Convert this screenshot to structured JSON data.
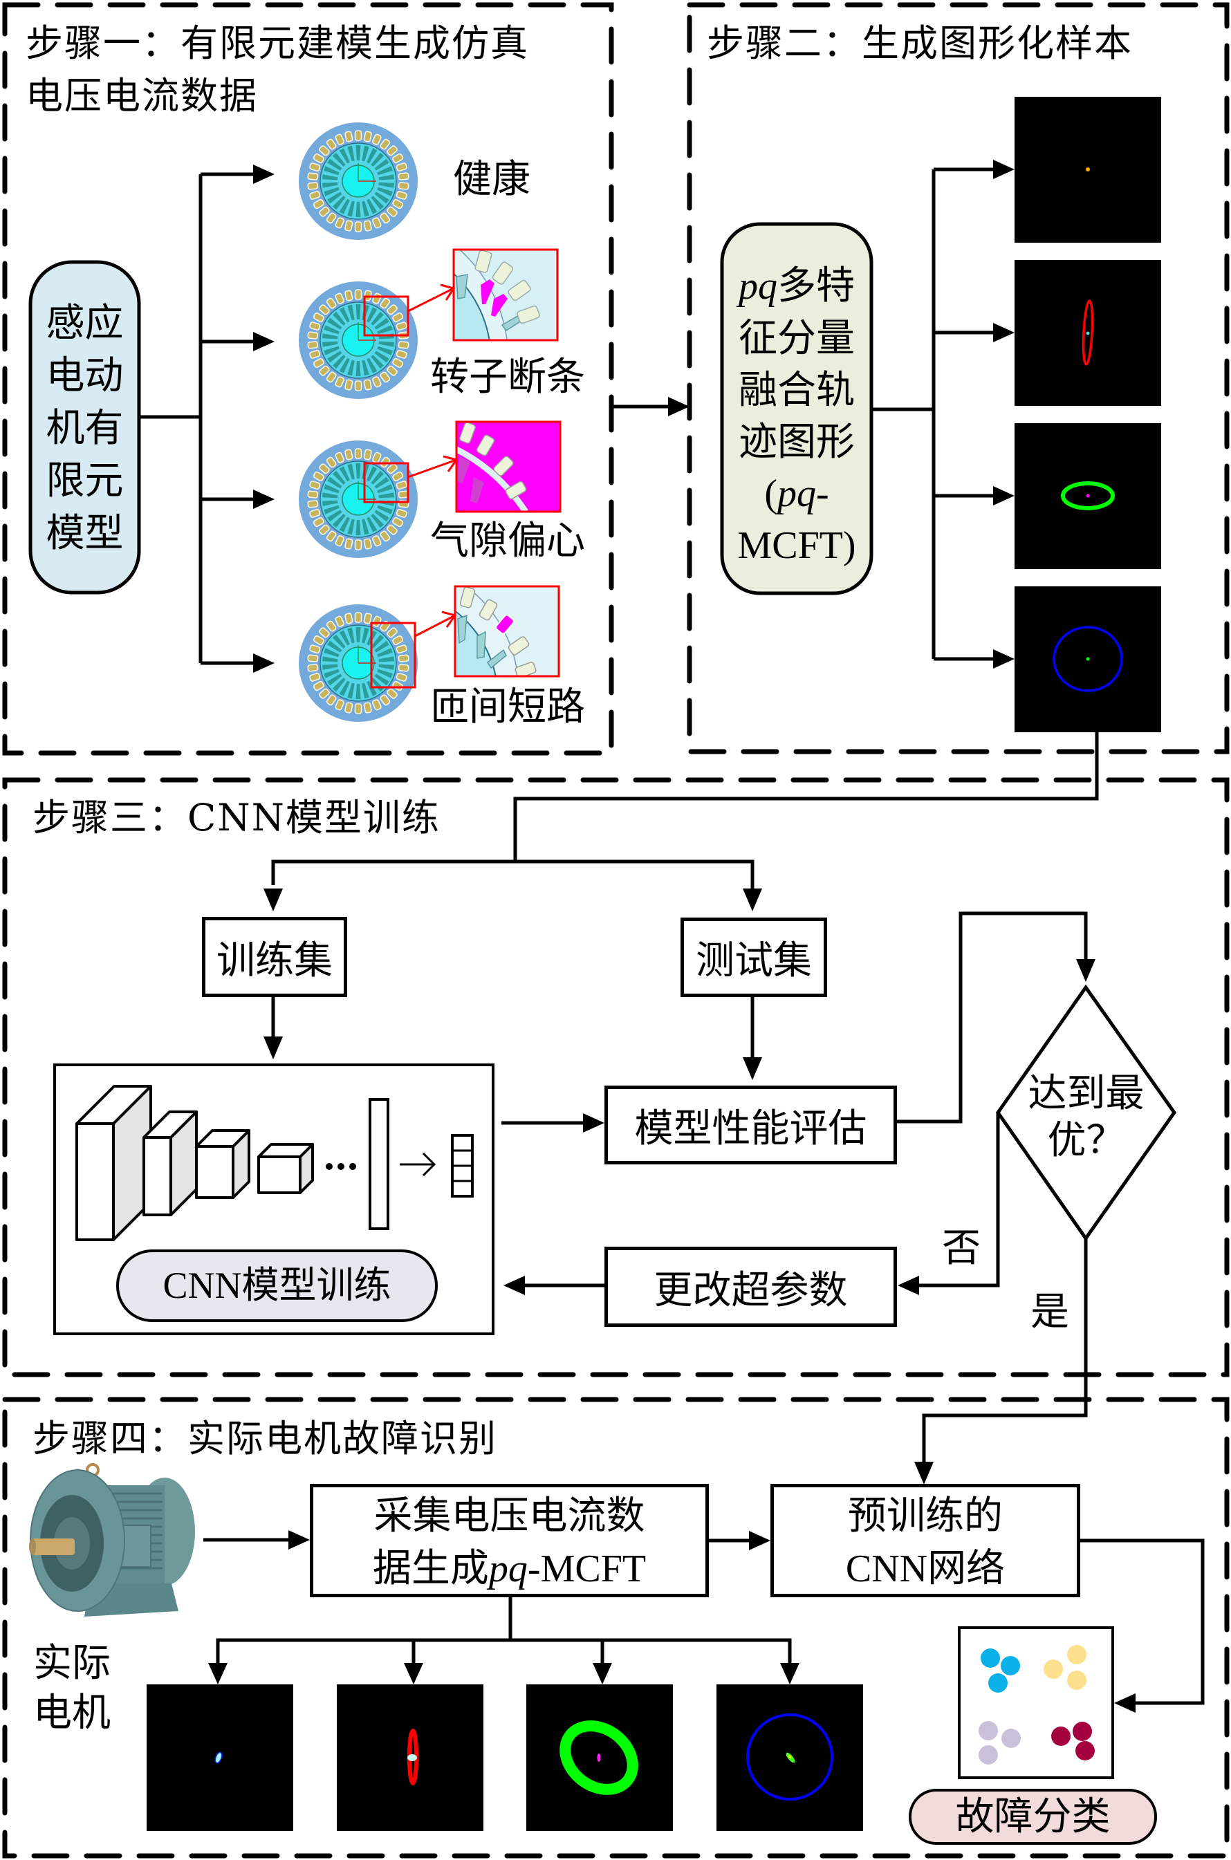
{
  "step1": {
    "title_line1": "步骤一：有限元建模生成仿真",
    "title_line2": "电压电流数据",
    "source_box": {
      "lines": [
        "感应",
        "电动",
        "机有",
        "限元",
        "模型"
      ],
      "fill": "#d9ebf2"
    },
    "conditions": [
      {
        "label": "健康",
        "zoom_highlight": null
      },
      {
        "label": "转子断条",
        "zoom_highlight": "broken-rotor-bars",
        "highlight_color": "#ff00ff"
      },
      {
        "label": "气隙偏心",
        "zoom_highlight": "air-gap-eccentricity",
        "highlight_color": "#ff00ff"
      },
      {
        "label": "匝间短路",
        "zoom_highlight": "inter-turn-short-circuit",
        "highlight_color": "#ff00ff"
      }
    ]
  },
  "step2": {
    "title": "步骤二：生成图形化样本",
    "method_box": {
      "line1_italic": "pq",
      "line1_rest": "多特",
      "line2": "征分量",
      "line3": "融合轨",
      "line4": "迹图形",
      "line5_open": "(",
      "line5_italic": "pq",
      "line5_rest": "-",
      "line6": "MCFT)",
      "fill": "#e9efdc"
    },
    "samples": [
      {
        "name": "healthy-trajectory",
        "shape": "dot",
        "color": "#ffa500"
      },
      {
        "name": "broken-bar-trajectory",
        "shape": "thin-vertical-ellipse",
        "color": "#ff0000",
        "center_color": "#40e0d0"
      },
      {
        "name": "eccentricity-trajectory",
        "shape": "horizontal-ellipse",
        "color": "#00ff00",
        "center_color": "#ff00ff"
      },
      {
        "name": "short-circuit-trajectory",
        "shape": "circle",
        "color": "#0000ff",
        "center_color": "#00ff00"
      }
    ]
  },
  "step3": {
    "title": "步骤三：CNN模型训练",
    "train_set": "训练集",
    "test_set": "测试集",
    "cnn_label": "CNN模型训练",
    "cnn_pill_fill": "#e8e6ee",
    "evaluate": "模型性能评估",
    "decision_line1": "达到最",
    "decision_line2": "优？",
    "tune": "更改超参数",
    "no_label": "否",
    "yes_label": "是"
  },
  "step4": {
    "title": "步骤四：实际电机故障识别",
    "motor_label_line1": "实际",
    "motor_label_line2": "电机",
    "collect_line1": "采集电压电流数",
    "collect_line2_prefix": "据生成",
    "collect_line2_italic": "pq",
    "collect_line2_suffix": "-MCFT",
    "pretrained_line1": "预训练的",
    "pretrained_line2": "CNN网络",
    "classify_label": "故障分类",
    "classify_pill_fill": "#f2dcdb",
    "clusters": [
      {
        "name": "cluster-blue",
        "color": "#0bb0e8"
      },
      {
        "name": "cluster-yellow",
        "color": "#fde08c"
      },
      {
        "name": "cluster-lavender",
        "color": "#c9c1d9"
      },
      {
        "name": "cluster-crimson",
        "color": "#a4003f"
      }
    ]
  }
}
